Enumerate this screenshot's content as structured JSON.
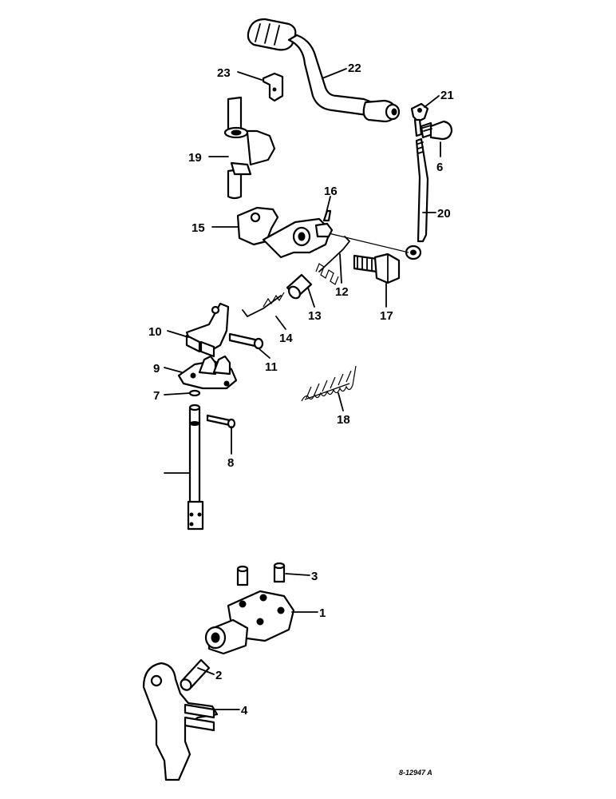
{
  "callouts": [
    {
      "id": "1",
      "text": "1"
    },
    {
      "id": "2",
      "text": "2"
    },
    {
      "id": "3",
      "text": "3"
    },
    {
      "id": "4",
      "text": "4"
    },
    {
      "id": "6",
      "text": "6"
    },
    {
      "id": "7",
      "text": "7"
    },
    {
      "id": "8",
      "text": "8"
    },
    {
      "id": "9",
      "text": "9"
    },
    {
      "id": "10",
      "text": "10"
    },
    {
      "id": "11",
      "text": "11"
    },
    {
      "id": "12",
      "text": "12"
    },
    {
      "id": "13",
      "text": "13"
    },
    {
      "id": "14",
      "text": "14"
    },
    {
      "id": "15",
      "text": "15"
    },
    {
      "id": "16",
      "text": "16"
    },
    {
      "id": "17",
      "text": "17"
    },
    {
      "id": "18",
      "text": "18"
    },
    {
      "id": "19",
      "text": "19"
    },
    {
      "id": "20",
      "text": "20"
    },
    {
      "id": "21",
      "text": "21"
    },
    {
      "id": "22",
      "text": "22"
    },
    {
      "id": "23",
      "text": "23"
    }
  ],
  "drawing_ref": "8-12947 A",
  "colors": {
    "ink": "#000000",
    "paper": "#ffffff"
  }
}
